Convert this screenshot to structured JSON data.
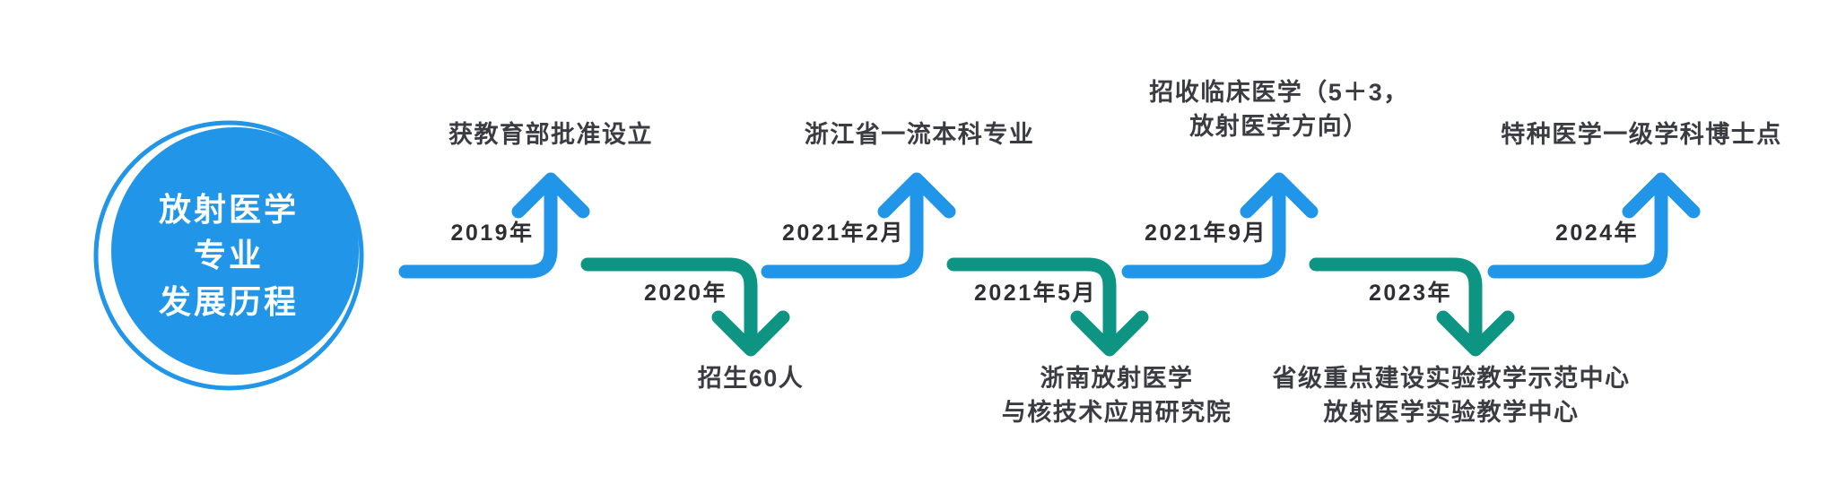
{
  "title": {
    "lines": [
      "放射医学",
      "专业",
      "发展历程"
    ],
    "shape": "circle",
    "fill": "#2196E8",
    "ring": "#2196E8",
    "text_color": "#FFFFFF"
  },
  "colors": {
    "up_branch": "#2196E8",
    "down_branch": "#0E9482",
    "label_text": "#3B3B42",
    "background": "#FFFFFF"
  },
  "chart_data": {
    "type": "timeline",
    "title": "放射医学专业发展历程",
    "orientation": "horizontal",
    "legend": "",
    "milestones": [
      {
        "index": 1,
        "year": "2019年",
        "event": "获教育部批准设立",
        "direction": "up",
        "color": "#2196E8"
      },
      {
        "index": 2,
        "year": "2020年",
        "event": "招生60人",
        "direction": "down",
        "color": "#0E9482"
      },
      {
        "index": 3,
        "year": "2021年2月",
        "event": "浙江省一流本科专业",
        "direction": "up",
        "color": "#2196E8"
      },
      {
        "index": 4,
        "year": "2021年5月",
        "event": "浙南放射医学\n与核技术应用研究院",
        "direction": "down",
        "color": "#0E9482"
      },
      {
        "index": 5,
        "year": "2021年9月",
        "event": "招收临床医学（5＋3，\n放射医学方向）",
        "direction": "up",
        "color": "#2196E8"
      },
      {
        "index": 6,
        "year": "2023年",
        "event": "省级重点建设实验教学示范中心\n放射医学实验教学中心",
        "direction": "down",
        "color": "#0E9482"
      },
      {
        "index": 7,
        "year": "2024年",
        "event": "特种医学一级学科博士点",
        "direction": "up",
        "color": "#2196E8"
      }
    ]
  },
  "events": {
    "e1": "获教育部批准设立",
    "e2": "招生60人",
    "e3": "浙江省一流本科专业",
    "e4_line1": "浙南放射医学",
    "e4_line2": "与核技术应用研究院",
    "e5_line1": "招收临床医学（5＋3，",
    "e5_line2": "放射医学方向）",
    "e6_line1": "省级重点建设实验教学示范中心",
    "e6_line2": "放射医学实验教学中心",
    "e7": "特种医学一级学科博士点"
  },
  "years": {
    "y1": "2019年",
    "y2": "2020年",
    "y3": "2021年2月",
    "y4": "2021年5月",
    "y5": "2021年9月",
    "y6": "2023年",
    "y7": "2024年"
  },
  "icons": {
    "arrow_up": "arrow-up-icon",
    "arrow_down": "arrow-down-icon",
    "circle_badge": "circle-badge-icon"
  }
}
